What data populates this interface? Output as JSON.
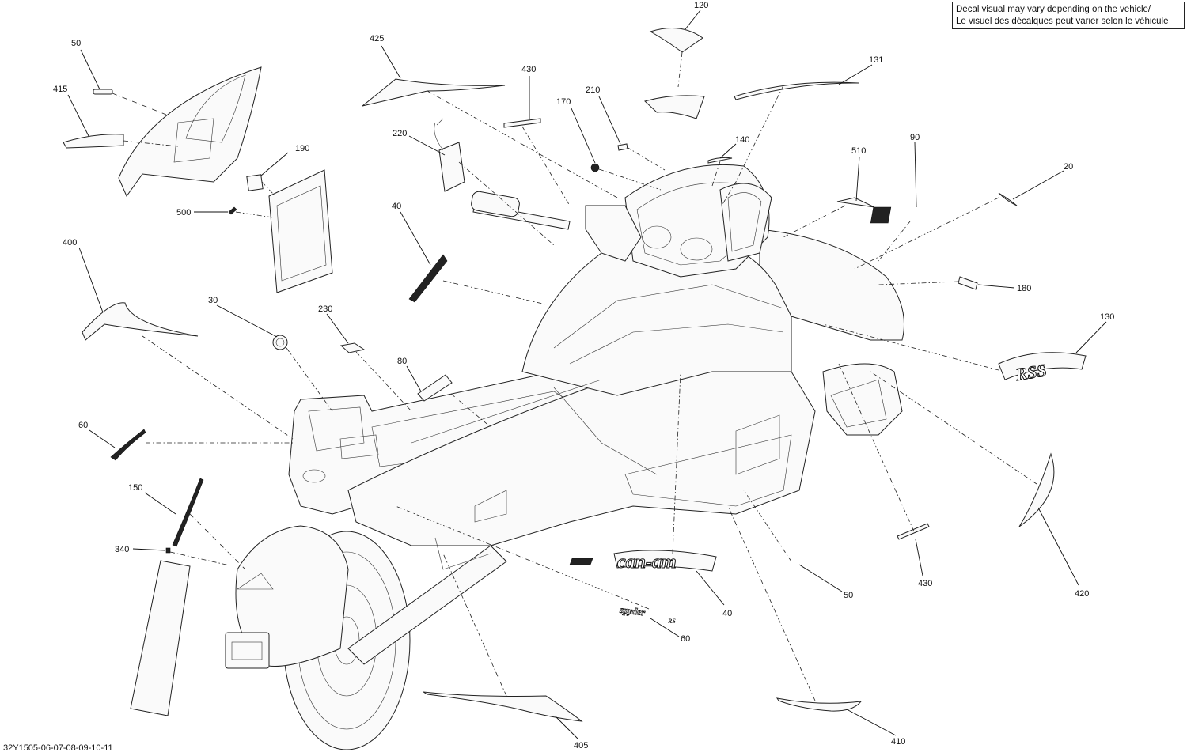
{
  "note": {
    "line1": "Decal visual may vary depending on the vehicle/",
    "line2": "Le visuel des décalques peut varier selon le véhicule"
  },
  "drawing_number": "32Y1505-06-07-08-09-10-11",
  "callouts": {
    "c120": "120",
    "c131": "131",
    "c50a": "50",
    "c415": "415",
    "c425": "425",
    "c430a": "430",
    "c170": "170",
    "c210": "210",
    "c220": "220",
    "c140": "140",
    "c510": "510",
    "c90": "90",
    "c20": "20",
    "c190": "190",
    "c500": "500",
    "c40a": "40",
    "c400": "400",
    "c180": "180",
    "c130": "130",
    "c30": "30",
    "c230": "230",
    "c80": "80",
    "c60a": "60",
    "c150": "150",
    "c340": "340",
    "c40b": "40",
    "c50b": "50",
    "c430b": "430",
    "c420": "420",
    "c60b": "60",
    "c405": "405",
    "c410": "410"
  },
  "decal_texts": {
    "canam": "can-am",
    "rss": "RSS",
    "spyder": "spyder",
    "rs": "RS"
  }
}
